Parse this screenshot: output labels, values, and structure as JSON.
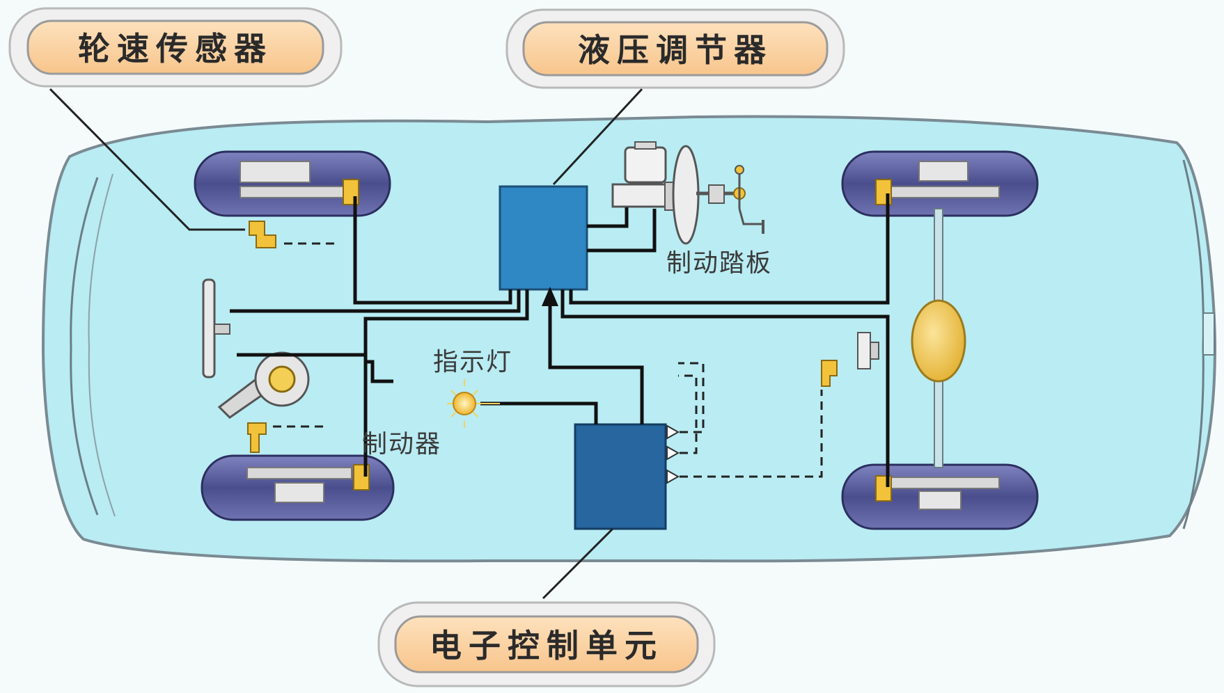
{
  "labels": {
    "wheel_speed_sensor": "轮速传感器",
    "hydraulic_modulator": "液压调节器",
    "electronic_control_unit": "电子控制单元",
    "brake_pedal": "制动踏板",
    "indicator_light": "指示灯",
    "brake": "制动器"
  },
  "colors": {
    "car_body": "#b9ecf3",
    "car_outline": "#7a8a93",
    "callout_fill": "#fbd4a6",
    "modulator_box": "#2f87c4",
    "ecu_box": "#27669f",
    "wheel": "#5b5f9e",
    "sensor": "#f2c23a",
    "lamp": "#f6c84a"
  }
}
